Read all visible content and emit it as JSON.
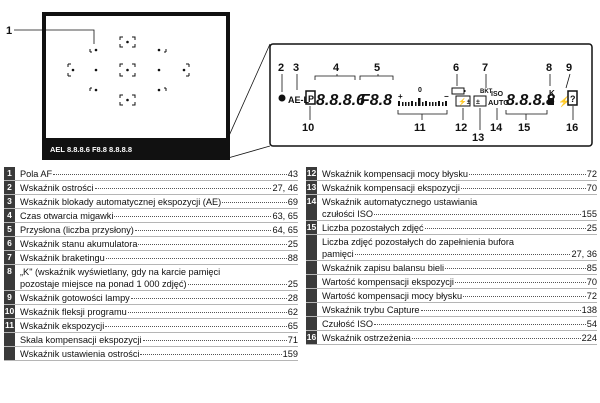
{
  "diagram": {
    "left_callout": "1",
    "callouts_top": [
      "2",
      "3",
      "4",
      "5",
      "6",
      "7",
      "8",
      "9"
    ],
    "callouts_bottom": [
      "10",
      "11",
      "12",
      "13",
      "14",
      "15",
      "16"
    ],
    "lcd": {
      "ael": "AE-L",
      "shutter": "8.8.8.6",
      "aperture": "F8.8",
      "ev_scale": "0",
      "bkt": "BKT",
      "iso": "ISO",
      "auto": "AUTO",
      "count": "8.8.8.8",
      "k": "K"
    },
    "strip_text": "AEL 8.8.8.6 F8.8 8.8.8.8"
  },
  "left_items": [
    {
      "num": "1",
      "lines": [
        {
          "text": "Pola AF",
          "page": "43"
        }
      ]
    },
    {
      "num": "2",
      "lines": [
        {
          "text": "Wskaźnik ostrości",
          "page": "27, 46"
        }
      ]
    },
    {
      "num": "3",
      "lines": [
        {
          "text": "Wskaźnik blokady automatycznej ekspozycji (AE)",
          "page": "69"
        }
      ]
    },
    {
      "num": "4",
      "lines": [
        {
          "text": "Czas otwarcia migawki",
          "page": "63, 65"
        }
      ]
    },
    {
      "num": "5",
      "lines": [
        {
          "text": "Przysłona (liczba przysłony)",
          "page": "64, 65"
        }
      ]
    },
    {
      "num": "6",
      "lines": [
        {
          "text": "Wskaźnik stanu akumulatora",
          "page": "25"
        }
      ]
    },
    {
      "num": "7",
      "lines": [
        {
          "text": "Wskaźnik braketingu",
          "page": "88"
        }
      ]
    },
    {
      "num": "8",
      "lines": [
        {
          "text": "„K\" (wskaźnik wyświetlany, gdy na karcie pamięci",
          "page": null
        },
        {
          "text": "pozostaje miejsce na ponad 1 000 zdjęć)",
          "page": "25"
        }
      ]
    },
    {
      "num": "9",
      "lines": [
        {
          "text": "Wskaźnik gotowości lampy",
          "page": "28"
        }
      ]
    },
    {
      "num": "10",
      "lines": [
        {
          "text": "Wskaźnik fleksji programu",
          "page": "62"
        }
      ]
    },
    {
      "num": "11",
      "lines": [
        {
          "text": "Wskaźnik ekspozycji",
          "page": "65"
        }
      ]
    },
    {
      "num": "",
      "lines": [
        {
          "text": "Skala kompensacji ekspozycji",
          "page": "71"
        }
      ]
    },
    {
      "num": "",
      "lines": [
        {
          "text": "Wskaźnik ustawienia ostrości",
          "page": "159"
        }
      ]
    }
  ],
  "right_items": [
    {
      "num": "12",
      "lines": [
        {
          "text": "Wskaźnik kompensacji mocy błysku",
          "page": "72"
        }
      ]
    },
    {
      "num": "13",
      "lines": [
        {
          "text": "Wskaźnik kompensacji ekspozycji",
          "page": "70"
        }
      ]
    },
    {
      "num": "14",
      "lines": [
        {
          "text": "Wskaźnik automatycznego ustawiania",
          "page": null
        },
        {
          "text": "czułości ISO",
          "page": "155"
        }
      ]
    },
    {
      "num": "15",
      "lines": [
        {
          "text": "Liczba pozostałych zdjęć",
          "page": "25"
        }
      ]
    },
    {
      "num": "",
      "lines": [
        {
          "text": "Liczba zdjęć pozostałych do zapełnienia bufora",
          "page": null
        },
        {
          "text": "pamięci",
          "page": "27, 36"
        }
      ]
    },
    {
      "num": "",
      "lines": [
        {
          "text": "Wskaźnik zapisu balansu bieli",
          "page": "85"
        }
      ]
    },
    {
      "num": "",
      "lines": [
        {
          "text": "Wartość kompensacji ekspozycji",
          "page": "70"
        }
      ]
    },
    {
      "num": "",
      "lines": [
        {
          "text": "Wartość kompensacji mocy błysku",
          "page": "72"
        }
      ]
    },
    {
      "num": "",
      "lines": [
        {
          "text": "Wskaźnik trybu Capture",
          "page": "138"
        }
      ]
    },
    {
      "num": "",
      "lines": [
        {
          "text": "Czułość ISO",
          "page": "54"
        }
      ]
    },
    {
      "num": "16",
      "lines": [
        {
          "text": "Wskaźnik ostrzeżenia",
          "page": "224"
        }
      ]
    }
  ]
}
